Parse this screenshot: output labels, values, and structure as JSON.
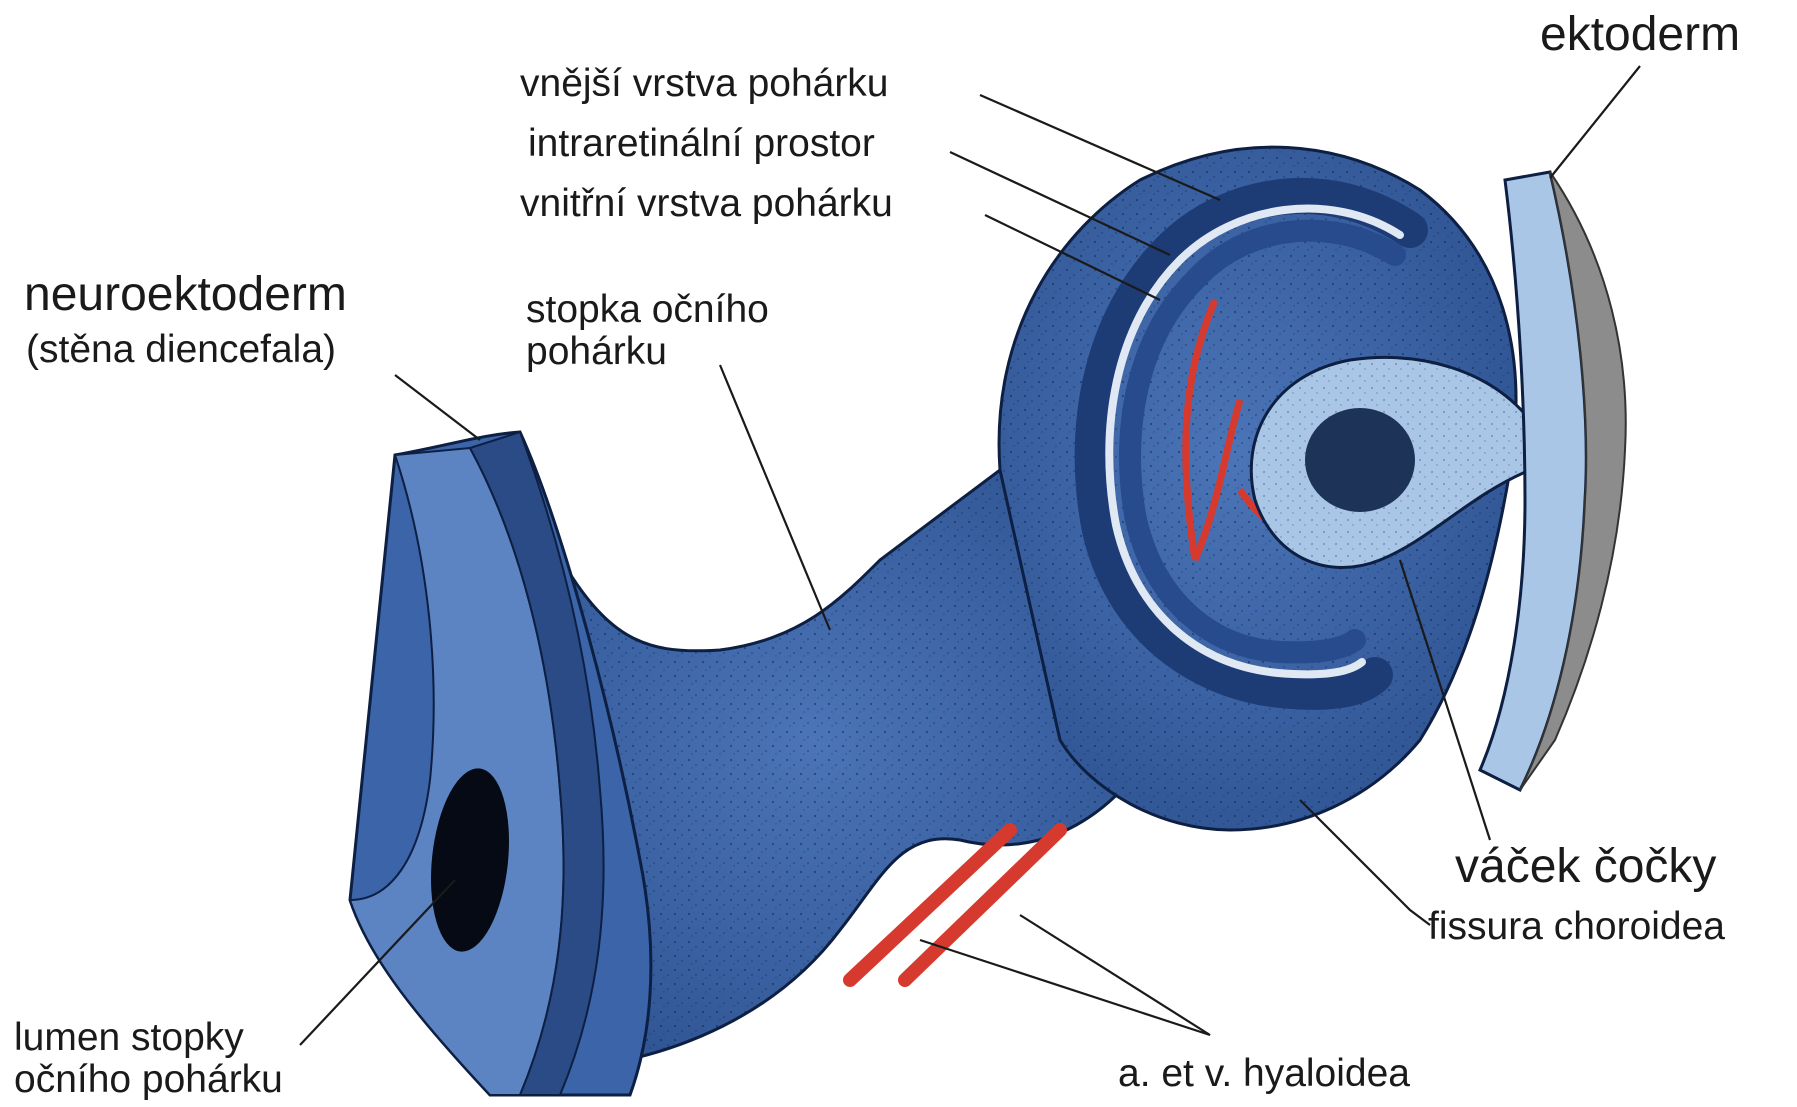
{
  "diagram": {
    "labels": {
      "ectoderm": "ektoderm",
      "outer_layer": "vnější vrstva pohárku",
      "intraretinal_space": "intraretinální prostor",
      "inner_layer": "vnitřní vrstva pohárku",
      "neuroectoderm": "neuroektoderm",
      "diencephalon_wall": "(stěna diencefala)",
      "optic_stalk_line1": "stopka očního",
      "optic_stalk_line2": "pohárku",
      "lens_vesicle": "váček čočky",
      "choroid_fissure": "fissura choroidea",
      "stalk_lumen_line1": "lumen stopky",
      "stalk_lumen_line2": "očního pohárku",
      "hyaloid_vessels": "a. et v. hyaloidea"
    },
    "colors": {
      "tissue": "#3a63a6",
      "tissue_dark": "#1f3f78",
      "lens": "#a9c6e6",
      "vessel": "#d63a2f",
      "leader": "#1a1a1a"
    }
  }
}
